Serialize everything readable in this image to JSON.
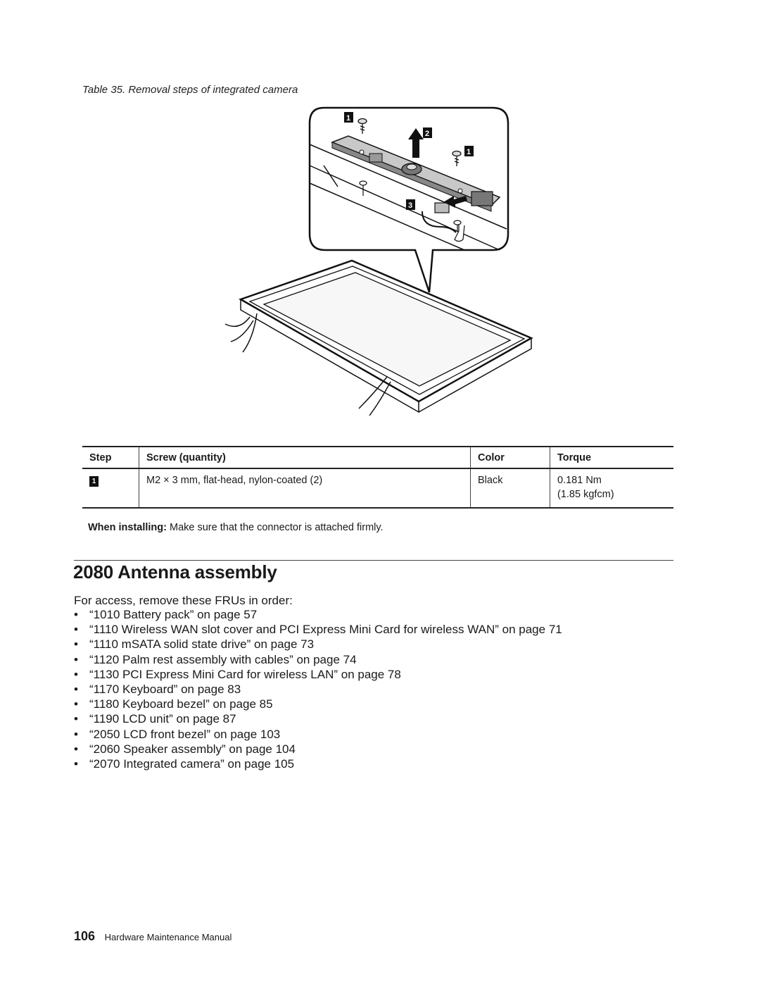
{
  "caption": "Table 35. Removal steps of integrated camera",
  "figure": {
    "callouts": [
      "1",
      "2",
      "1",
      "3"
    ]
  },
  "table": {
    "headers": [
      "Step",
      "Screw (quantity)",
      "Color",
      "Torque"
    ],
    "rows": [
      {
        "step": "1",
        "screw": "M2 × 3 mm, flat-head, nylon-coated (2)",
        "color": "Black",
        "torque_line1": "0.181 Nm",
        "torque_line2": "(1.85 kgfcm)"
      }
    ]
  },
  "note": {
    "label": "When installing:",
    "text": "Make sure that the connector is attached firmly."
  },
  "section": {
    "title": "2080 Antenna assembly"
  },
  "intro": "For access, remove these FRUs in order:",
  "frus": [
    "“1010 Battery pack” on page 57",
    "“1110 Wireless WAN slot cover and PCI Express Mini Card for wireless WAN” on page 71",
    "“1110 mSATA solid state drive” on page 73",
    "“1120 Palm rest assembly with cables” on page 74",
    "“1130 PCI Express Mini Card for wireless LAN” on page 78",
    "“1170 Keyboard” on page 83",
    "“1180 Keyboard bezel” on page 85",
    "“1190 LCD unit” on page 87",
    "“2050 LCD front bezel” on page 103",
    "“2060 Speaker assembly” on page 104",
    "“2070 Integrated camera” on page 105"
  ],
  "footer": {
    "page": "106",
    "title": "Hardware Maintenance Manual"
  }
}
